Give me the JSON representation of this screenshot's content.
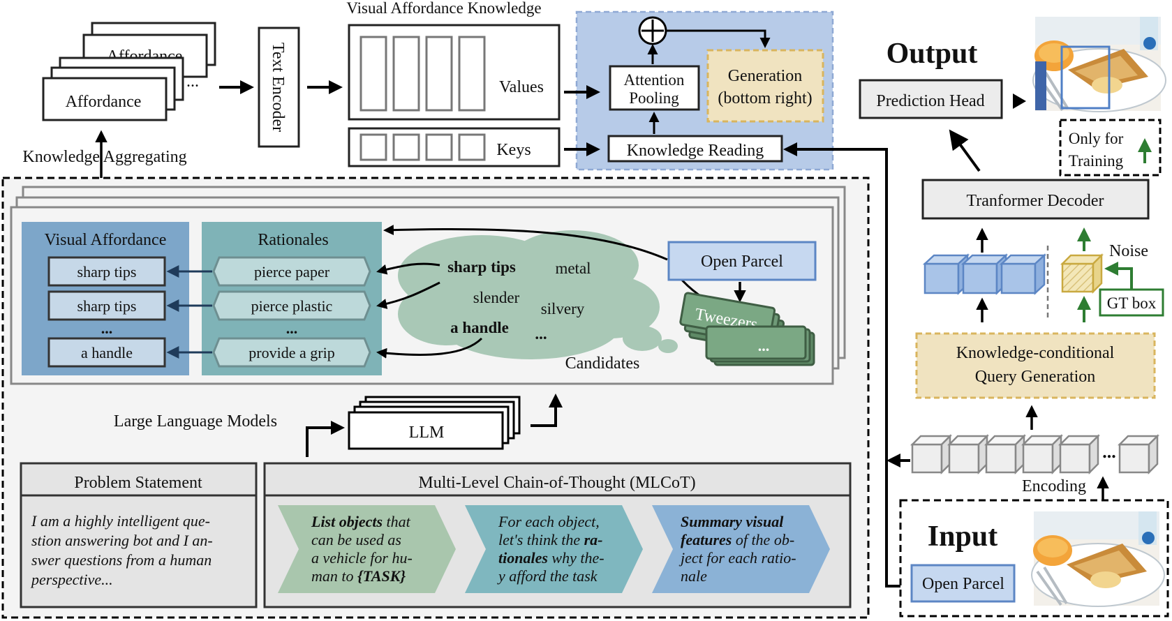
{
  "top": {
    "affordance_card_back": "Affordance",
    "affordance_card_front": "Affordance",
    "affordance_dots": "...",
    "knowledge_aggregating": "Knowledge Aggregating",
    "text_encoder": "Text Encoder",
    "visual_affordance_knowledge": "Visual Affordance Knowledge",
    "values": "Values",
    "keys": "Keys",
    "plus": "⊕",
    "attention_pooling_1": "Attention",
    "attention_pooling_2": "Pooling",
    "generation_1": "Generation",
    "generation_2": "(bottom right)",
    "knowledge_reading": "Knowledge Reading"
  },
  "right": {
    "output": "Output",
    "prediction_head": "Prediction Head",
    "only_for_1": "Only for",
    "only_for_2": "Training",
    "transformer_decoder": "Tranformer Decoder",
    "noise": "Noise",
    "gt_box": "GT box",
    "kcqg_1": "Knowledge-conditional",
    "kcqg_2": "Query Generation",
    "encoding": "Encoding",
    "enc_dots": "...",
    "input": "Input",
    "open_parcel": "Open Parcel"
  },
  "middle": {
    "visual_affordance": "Visual Affordance",
    "va_items": [
      "sharp tips",
      "sharp tips",
      "...",
      "a handle"
    ],
    "rationales": "Rationales",
    "rat_items": [
      "pierce paper",
      "pierce plastic",
      "...",
      "provide a grip"
    ],
    "cloud_words": {
      "sharp_tips": "sharp tips",
      "metal": "metal",
      "slender": "slender",
      "silvery": "silvery",
      "a_handle": "a handle",
      "dots": "..."
    },
    "candidates": "Candidates",
    "open_parcel": "Open Parcel",
    "tweezers": "Tweezers",
    "card_dots": "..."
  },
  "bottom": {
    "llm_label": "Large Language Models",
    "llm": "LLM",
    "problem_statement": "Problem Statement",
    "problem_text": [
      "I am a highly intelligent que-",
      "stion answering bot and I an-",
      "swer questions from a human",
      "perspective..."
    ],
    "mlcot": "Multi-Level Chain-of-Thought (MLCoT)",
    "step1": {
      "b": "List objects",
      "l1": " that",
      "l2": "can be used as",
      "l3": "a vehicle for hu-",
      "l4": "man to ",
      "l4b": "{TASK}"
    },
    "step2": {
      "l1": "For each object,",
      "l2": "let's think the ",
      "l2b": "ra-",
      "l3b": "tionales",
      "l3": " why the-",
      "l4": "y afford the task"
    },
    "step3": {
      "l1b": "Summary visual",
      "l2b": "features",
      "l2": " of the ob-",
      "l3": "ject for each ratio-",
      "l4": "nale"
    }
  },
  "colors": {
    "blue_panel": "#b7cbe8",
    "yellow": "#f0e3c0",
    "va_bg": "#7da6c9",
    "rat_bg": "#7fb3b7",
    "cloud": "#a9c8b6",
    "green_card": "#6f9a78",
    "cube_blue": "#a9c4e8",
    "cube_gray": "#e6e6e6",
    "cube_gold": "#e8d48a",
    "train_green": "#2e7d32",
    "chev1": "#a9c6ad",
    "chev2": "#7fb7bf",
    "chev3": "#8bb2d6"
  }
}
